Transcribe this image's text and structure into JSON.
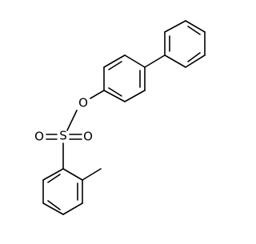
{
  "figure": {
    "atoms": {
      "oxygen": "O",
      "sulfur": "S",
      "sulfonyl_oxygen_left": "O",
      "sulfonyl_oxygen_right": "O"
    }
  }
}
